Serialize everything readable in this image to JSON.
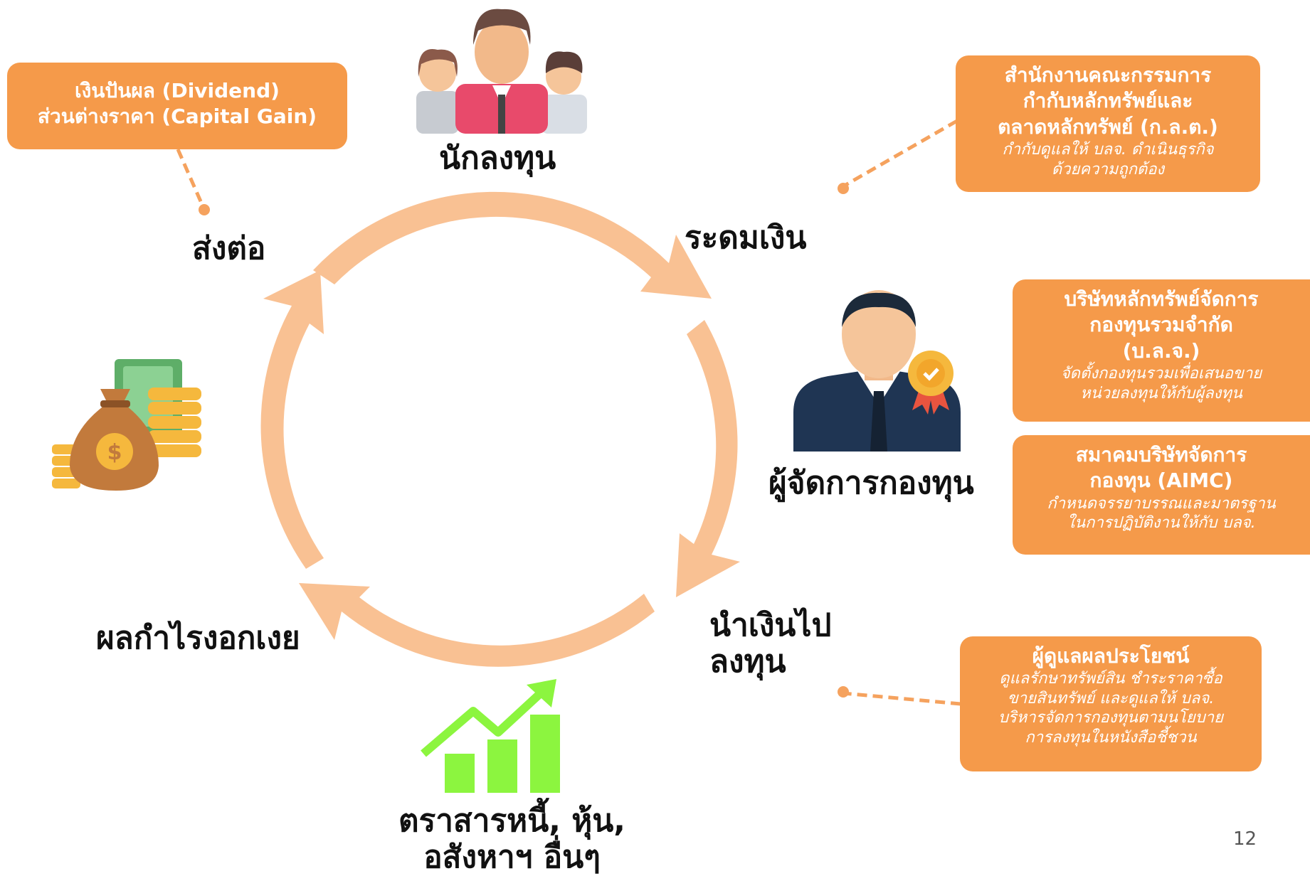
{
  "cycle": {
    "investor_label": "นักลงทุน",
    "raise_money_label": "ระดมเงิน",
    "fund_manager_label": "ผู้จัดการกองทุน",
    "invest_label_line1": "นำเงินไป",
    "invest_label_line2": "ลงทุน",
    "assets_label_line1": "ตราสารหนี้, หุ้น,",
    "assets_label_line2": "อสังหาฯ อื่นๆ",
    "returns_label": "ผลกำไรงอกเงย",
    "pass_on_label": "ส่งต่อ"
  },
  "boxes": {
    "returns_box": {
      "line1": "เงินปันผล (Dividend)",
      "line2": "ส่วนต่างราคา (Capital Gain)"
    },
    "sec_box": {
      "title_line1": "สำนักงานคณะกรรมการ",
      "title_line2": "กำกับหลักทรัพย์และ",
      "title_line3": "ตลาดหลักทรัพย์ (ก.ล.ต.)",
      "desc_line1": "กำกับดูแลให้ บลจ. ดำเนินธุรกิจ",
      "desc_line2": "ด้วยความถูกต้อง"
    },
    "amc_box": {
      "title_line1": "บริษัทหลักทรัพย์จัดการ",
      "title_line2": "กองทุนรวมจำกัด",
      "title_line3": "(บ.ล.จ.)",
      "desc_line1": "จัดตั้งกองทุนรวมเพื่อเสนอขาย",
      "desc_line2": "หน่วยลงทุนให้กับผู้ลงทุน"
    },
    "aimc_box": {
      "title_line1": "สมาคมบริษัทจัดการ",
      "title_line2": "กองทุน (AIMC)",
      "desc_line1": "กำหนดจรรยาบรรณและมาตรฐาน",
      "desc_line2": "ในการปฏิบัติงานให้กับ บลจ."
    },
    "trustee_box": {
      "title": "ผู้ดูแลผลประโยชน์",
      "desc_line1": "ดูแลรักษาทรัพย์สิน ชำระราคาซื้อ",
      "desc_line2": "ขายสินทรัพย์ และดูแลให้ บลจ.",
      "desc_line3": "บริหารจัดการกองทุนตามนโยบาย",
      "desc_line4": "การลงทุนในหนังสือชี้ชวน"
    }
  },
  "page_number": "12",
  "colors": {
    "box_orange": "#F59A4A",
    "ring_peach": "#F9C193",
    "chart_green": "#8CF53F",
    "connector": "#F5A25E"
  },
  "icons": [
    "investor-group-icon",
    "fund-manager-icon",
    "money-bag-icon",
    "growth-chart-icon"
  ]
}
